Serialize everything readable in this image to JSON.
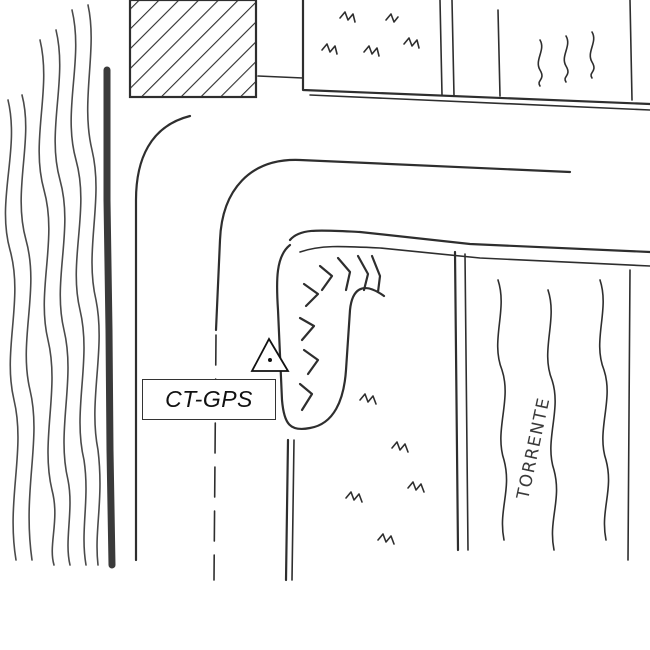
{
  "map": {
    "style": "hand-drawn pencil sketch",
    "station_label": "CT-GPS",
    "stream_label": "TORRENTE",
    "station_symbol": "triangle-with-dot-icon",
    "ink_color": "#2e2e2e",
    "background_color": "#ffffff"
  }
}
